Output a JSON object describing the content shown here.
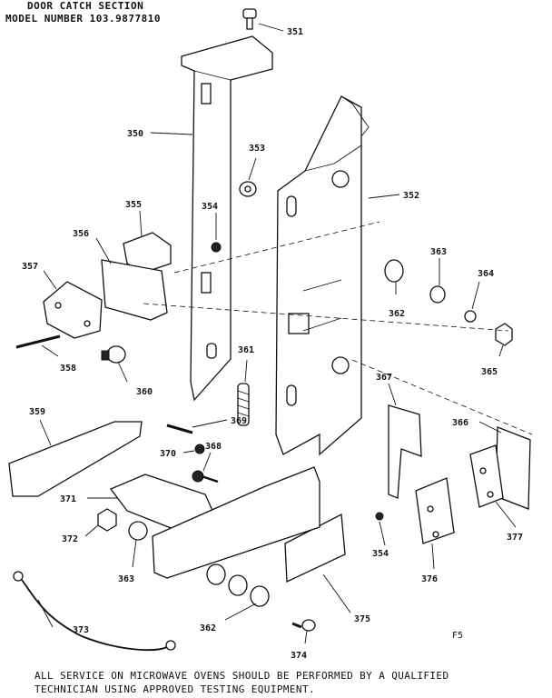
{
  "header": {
    "title": "DOOR CATCH SECTION",
    "model": "MODEL NUMBER 103.9877810"
  },
  "callouts": {
    "p350": "350",
    "p351": "351",
    "p352": "352",
    "p353": "353",
    "p354a": "354",
    "p354b": "354",
    "p355": "355",
    "p356": "356",
    "p357": "357",
    "p358": "358",
    "p359": "359",
    "p360": "360",
    "p361": "361",
    "p362a": "362",
    "p362b": "362",
    "p363a": "363",
    "p363b": "363",
    "p364": "364",
    "p365": "365",
    "p366": "366",
    "p367": "367",
    "p368": "368",
    "p369": "369",
    "p370": "370",
    "p371": "371",
    "p372": "372",
    "p373": "373",
    "p374": "374",
    "p375": "375",
    "p376": "376",
    "p377": "377"
  },
  "figure_code": "F5",
  "footer": {
    "line1": "ALL SERVICE ON MICROWAVE OVENS SHOULD BE PERFORMED BY A QUALIFIED",
    "line2": "TECHNICIAN USING APPROVED TESTING EQUIPMENT."
  }
}
